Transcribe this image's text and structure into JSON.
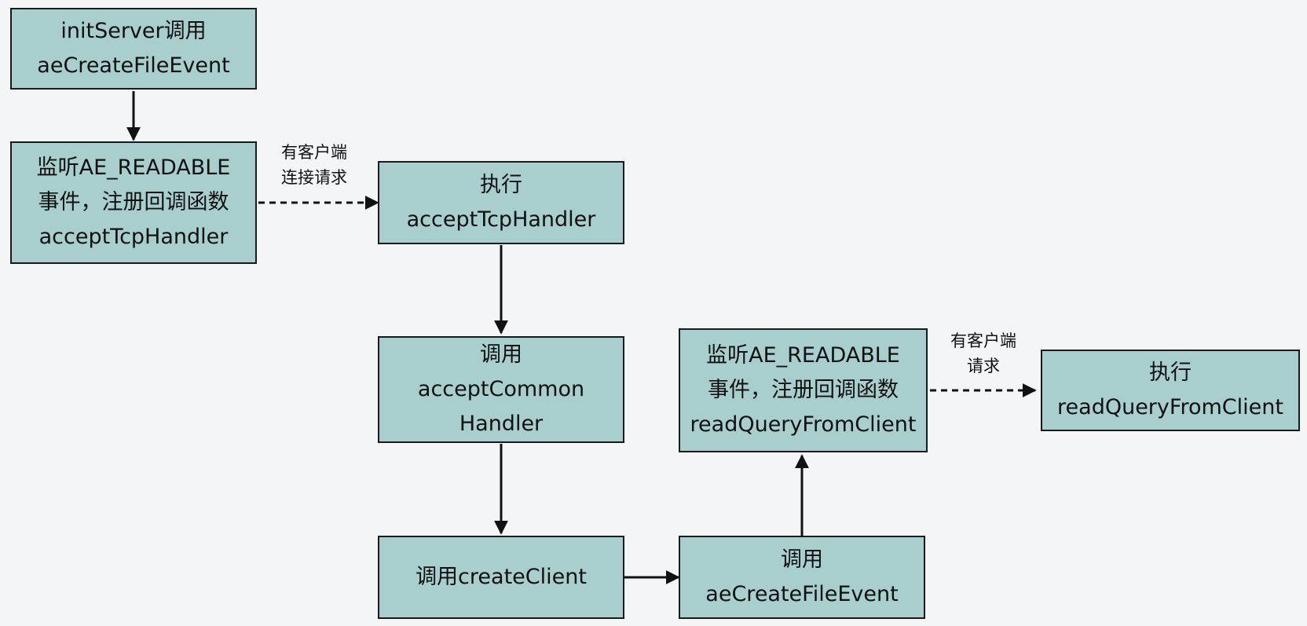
{
  "nodes": {
    "init_server": "initServer调用\naeCreateFileEvent",
    "listen_accept": "监听AE_READABLE\n事件，注册回调函数\nacceptTcpHandler",
    "exec_accept": "执行\nacceptTcpHandler",
    "call_accept_common": "调用\nacceptCommon\nHandler",
    "call_create_client": "调用createClient",
    "call_ae_create": "调用\naeCreateFileEvent",
    "listen_read": "监听AE_READABLE\n事件，注册回调函数\nreadQueryFromClient",
    "exec_read": "执行\nreadQueryFromClient"
  },
  "edge_labels": {
    "connect_request": "有客户端\n连接请求",
    "client_request": "有客户端\n请求"
  },
  "colors": {
    "background": "#f4f5f7",
    "node_fill": "#a9cece",
    "stroke": "#1a1a1a"
  }
}
